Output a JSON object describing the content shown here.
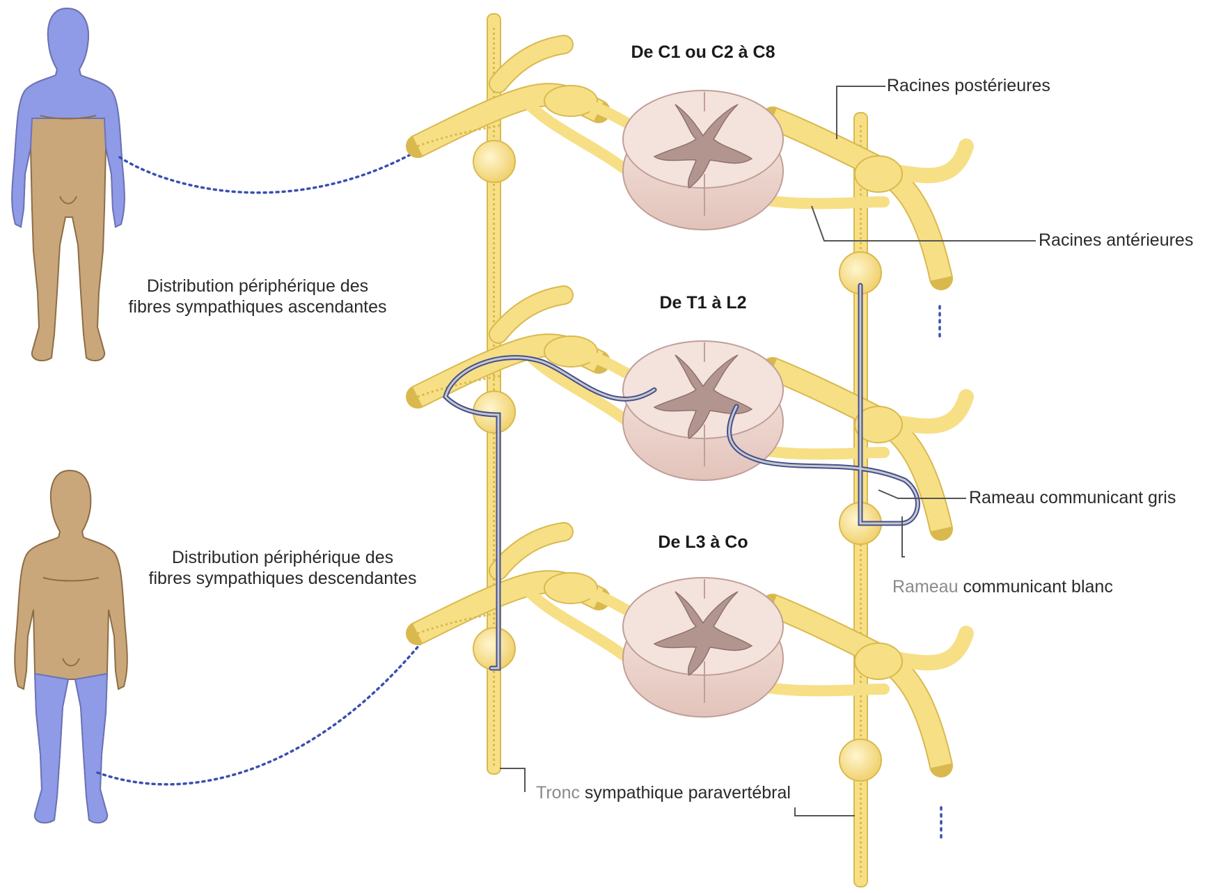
{
  "colors": {
    "nerve": "#f7df86",
    "nerve_outline": "#d9b94e",
    "body_skin": "#c9a77a",
    "body_highlight": "#8f9be6",
    "cord_white": "#f4e2dc",
    "cord_grey": "#b39590",
    "fiber": "#44508f",
    "dotted": "#3a4fb0",
    "leader": "#555555"
  },
  "section_titles": {
    "cervical": "De C1 ou C2 à C8",
    "thoracolumbar": "De T1 à L2",
    "lumbosacral": "De L3 à Co"
  },
  "left_labels": {
    "ascending": "Distribution périphérique des\nfibres sympathiques ascendantes",
    "descending": "Distribution périphérique des\nfibres sympathiques descendantes"
  },
  "right_labels": {
    "posterior_roots": "Racines postérieures",
    "anterior_roots": "Racines antérieures",
    "grey_ramus": "Rameau communicant gris",
    "white_ramus_prefix": "Rameau",
    "white_ramus_rest": " communicant blanc",
    "trunk_prefix": "Tronc",
    "trunk_rest": " sympathique paravertébral"
  },
  "figures": [
    {
      "name": "upper-body-figure",
      "highlight": "head, neck, arms and upper chest"
    },
    {
      "name": "lower-body-figure",
      "highlight": "legs"
    }
  ]
}
